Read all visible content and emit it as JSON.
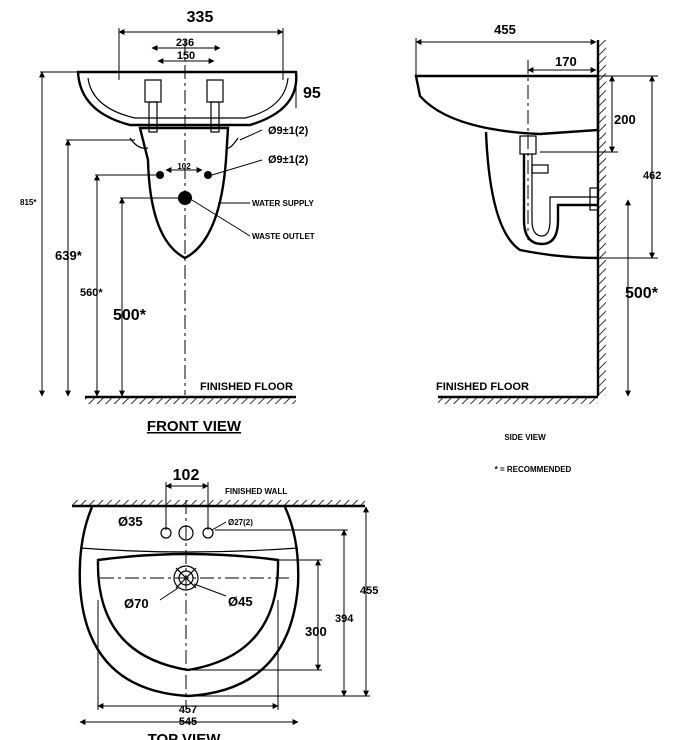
{
  "front_view": {
    "title": "FRONT VIEW",
    "dims": {
      "overall_width": "335",
      "tap_spacing_outer": "236",
      "tap_spacing_inner": "150",
      "basin_depth": "95",
      "fix_hole_1": "Ø9±1(2)",
      "fix_hole_2": "Ø9±1(2)",
      "supply_spacing": "102",
      "total_height": "815*",
      "rim_height": "639*",
      "fix_height": "560*",
      "supply_height": "500*"
    },
    "labels": {
      "water_supply": "WATER SUPPLY",
      "waste_outlet": "WASTE OUTLET",
      "finished_floor": "FINISHED FLOOR"
    }
  },
  "side_view": {
    "title": "SIDE VIEW",
    "dims": {
      "projection": "455",
      "tap_offset": "170",
      "rim_to_fix": "200",
      "fix_height": "462",
      "supply_height": "500*"
    },
    "labels": {
      "finished_floor": "FINISHED FLOOR"
    }
  },
  "note": "* = RECOMMENDED",
  "top_view": {
    "title": "TOP VIEW",
    "dims": {
      "supply_spacing": "102",
      "tap_hole": "Ø35",
      "overflow_hole": "Ø27(2)",
      "waste_outer": "Ø70",
      "waste_inner": "Ø45",
      "bowl_depth": "300",
      "inner_depth": "394",
      "overall_depth": "455",
      "bowl_width": "457",
      "overall_width": "545"
    },
    "labels": {
      "finished_wall": "FINISHED WALL"
    }
  }
}
